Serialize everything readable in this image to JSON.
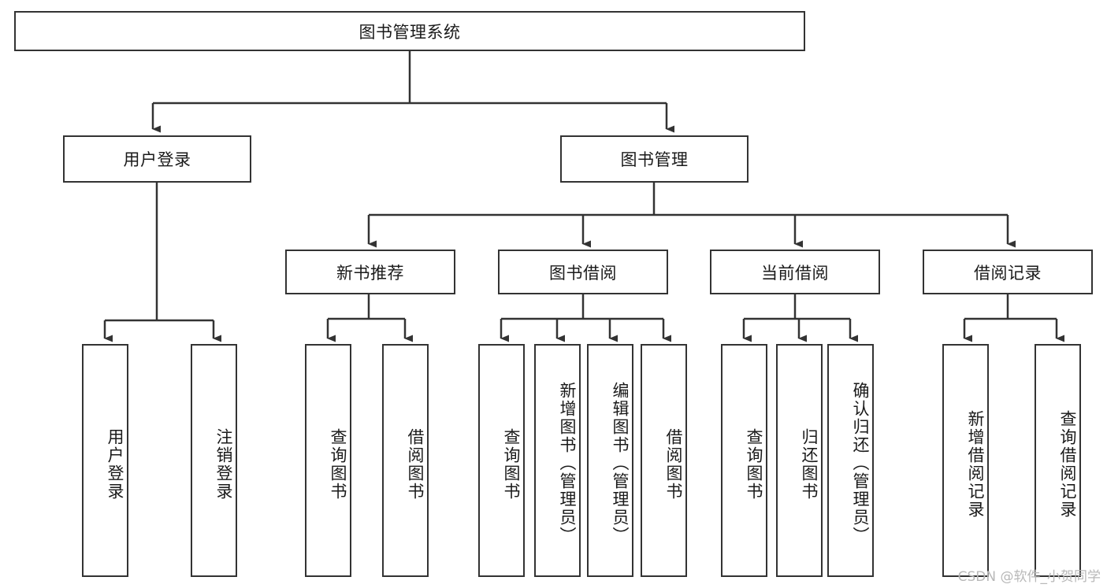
{
  "diagram": {
    "title": "图书管理系统",
    "type": "tree-hierarchy",
    "watermark": "CSDN @软件_小贺同学",
    "colors": {
      "stroke": "#333333",
      "fill": "#ffffff",
      "text": "#1a1a1a",
      "watermark": "#b8b8b8"
    },
    "root": {
      "label": "图书管理系统"
    },
    "level2": [
      {
        "id": "user-login",
        "label": "用户登录"
      },
      {
        "id": "book-manage",
        "label": "图书管理"
      }
    ],
    "level3": [
      {
        "id": "new-book-recommend",
        "label": "新书推荐"
      },
      {
        "id": "book-borrow",
        "label": "图书借阅"
      },
      {
        "id": "current-borrow",
        "label": "当前借阅"
      },
      {
        "id": "borrow-record",
        "label": "借阅记录"
      }
    ],
    "leaves": {
      "user_login": [
        {
          "id": "leaf-user-login",
          "label": "用户登录"
        },
        {
          "id": "leaf-logout",
          "label": "注销登录"
        }
      ],
      "new_book_recommend": [
        {
          "id": "leaf-query-book-1",
          "label": "查询图书"
        },
        {
          "id": "leaf-borrow-book-1",
          "label": "借阅图书"
        }
      ],
      "book_borrow": [
        {
          "id": "leaf-query-book-2",
          "label": "查询图书"
        },
        {
          "id": "leaf-add-book",
          "label": "新增图书（管理员）"
        },
        {
          "id": "leaf-edit-book",
          "label": "编辑图书（管理员）"
        },
        {
          "id": "leaf-borrow-book-2",
          "label": "借阅图书"
        }
      ],
      "current_borrow": [
        {
          "id": "leaf-query-book-3",
          "label": "查询图书"
        },
        {
          "id": "leaf-return-book",
          "label": "归还图书"
        },
        {
          "id": "leaf-confirm-return",
          "label": "确认归还（管理员）"
        }
      ],
      "borrow_record": [
        {
          "id": "leaf-add-record",
          "label": "新增借阅记录"
        },
        {
          "id": "leaf-query-record",
          "label": "查询借阅记录"
        }
      ]
    }
  }
}
